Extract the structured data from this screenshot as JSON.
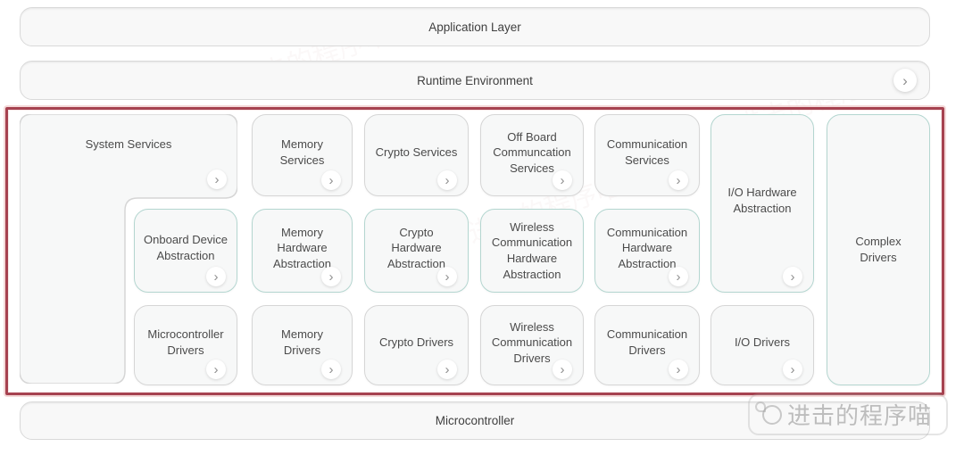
{
  "layers": {
    "application": {
      "label": "Application Layer"
    },
    "runtime": {
      "label": "Runtime Environment"
    },
    "microcontroller": {
      "label": "Microcontroller"
    }
  },
  "bsw": {
    "system_services": {
      "label": "System Services"
    },
    "memory_services": {
      "label": "Memory Services"
    },
    "crypto_services": {
      "label": "Crypto Services"
    },
    "offboard_comm_services": {
      "label": "Off Board Communcation Services"
    },
    "communication_services": {
      "label": "Communication Services"
    },
    "io_hw_abstraction": {
      "label": "I/O Hardware Abstraction"
    },
    "complex_drivers": {
      "label": "Complex Drivers"
    },
    "onboard_device_abstraction": {
      "label": "Onboard Device Abstraction"
    },
    "memory_hw_abstraction": {
      "label": "Memory Hardware Abstraction"
    },
    "crypto_hw_abstraction": {
      "label": "Crypto Hardware Abstraction"
    },
    "wireless_comm_hw_abstraction": {
      "label": "Wireless Communication Hardware Abstraction"
    },
    "comm_hw_abstraction": {
      "label": "Communication Hardware Abstraction"
    },
    "microcontroller_drivers": {
      "label": "Microcontroller Drivers"
    },
    "memory_drivers": {
      "label": "Memory Drivers"
    },
    "crypto_drivers": {
      "label": "Crypto Drivers"
    },
    "wireless_comm_drivers": {
      "label": "Wireless Communication Drivers"
    },
    "communication_drivers": {
      "label": "Communication Drivers"
    },
    "io_drivers": {
      "label": "I/O Drivers"
    }
  },
  "icons": {
    "chevron": "›"
  },
  "watermark": {
    "text": "进击的程序喵"
  },
  "colors": {
    "frame_red": "#a64250",
    "teal_border": "#b4d6d0",
    "gray_border": "#d6d6d6",
    "block_fill": "#f7f8f8",
    "text": "#4b4b4b",
    "chevron": "#8f8f8f"
  }
}
